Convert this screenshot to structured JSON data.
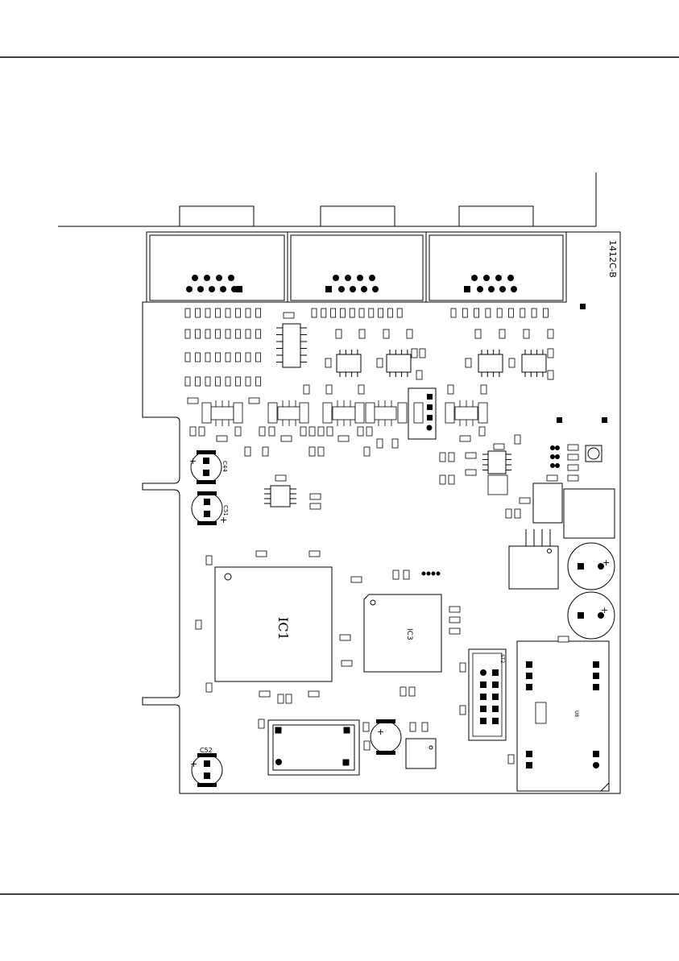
{
  "board": {
    "board_id": "1412C-B",
    "labels": {
      "ic1": "IC1",
      "ic3": "IC3",
      "c52": "C52",
      "c51": "C51",
      "c44": "C44",
      "st2": "ST2",
      "u8": "U8"
    }
  },
  "colors": {
    "ink": "#000000",
    "paper": "#ffffff"
  }
}
